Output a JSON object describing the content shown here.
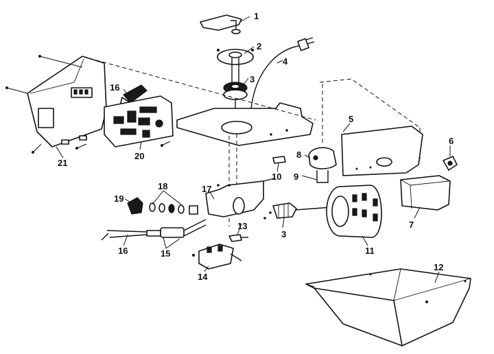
{
  "callouts": [
    {
      "id": "1",
      "text": "1"
    },
    {
      "id": "2",
      "text": "2"
    },
    {
      "id": "3a",
      "text": "3"
    },
    {
      "id": "4",
      "text": "4"
    },
    {
      "id": "5",
      "text": "5"
    },
    {
      "id": "6",
      "text": "6"
    },
    {
      "id": "7",
      "text": "7"
    },
    {
      "id": "8",
      "text": "8"
    },
    {
      "id": "9",
      "text": "9"
    },
    {
      "id": "10",
      "text": "10"
    },
    {
      "id": "11",
      "text": "11"
    },
    {
      "id": "12",
      "text": "12"
    },
    {
      "id": "13",
      "text": "13"
    },
    {
      "id": "14",
      "text": "14"
    },
    {
      "id": "15",
      "text": "15"
    },
    {
      "id": "16a",
      "text": "16"
    },
    {
      "id": "16b",
      "text": "16"
    },
    {
      "id": "17",
      "text": "17"
    },
    {
      "id": "18",
      "text": "18"
    },
    {
      "id": "19",
      "text": "19"
    },
    {
      "id": "20",
      "text": "20"
    },
    {
      "id": "21",
      "text": "21"
    },
    {
      "id": "3b",
      "text": "3"
    }
  ]
}
